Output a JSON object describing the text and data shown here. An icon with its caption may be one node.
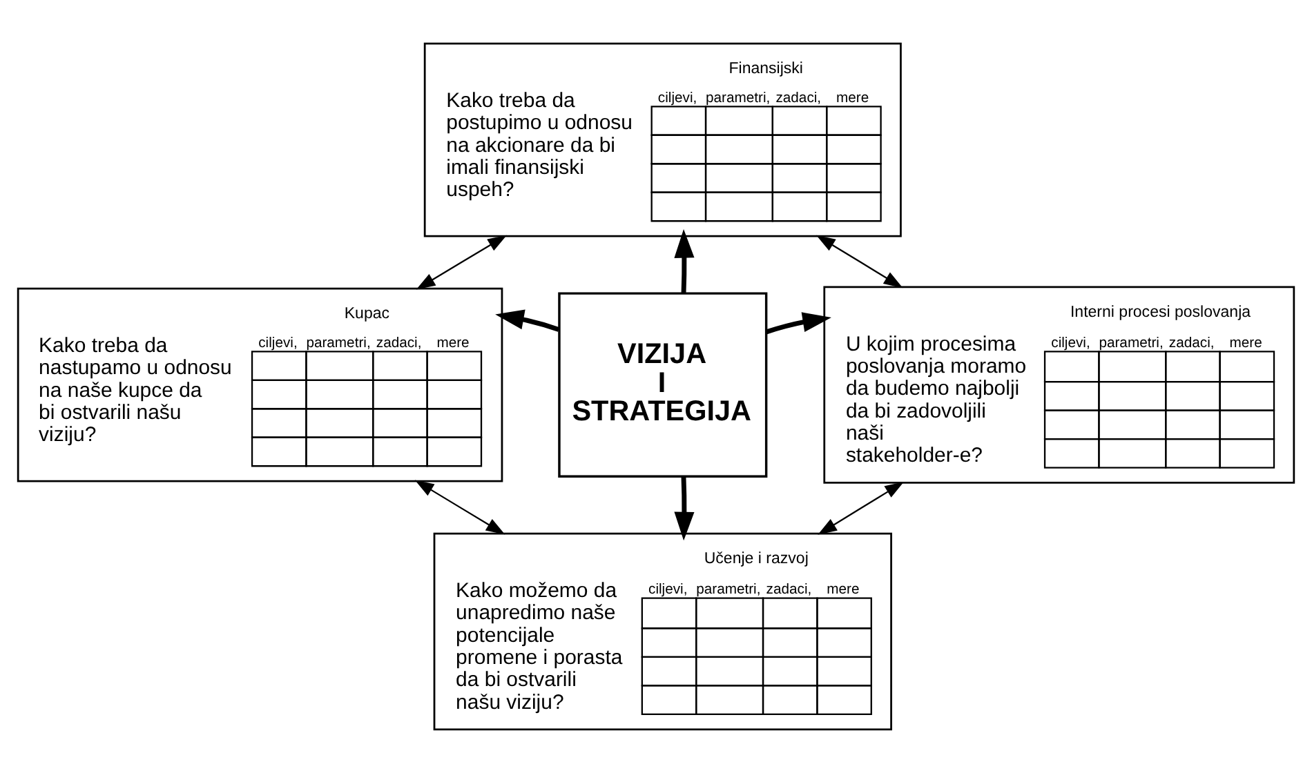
{
  "diagram": {
    "nodes": [
      {
        "text": [
          "Finansijski",
          "Kako treba da postupimo u odnosu na akcionare da bi imali finansijski uspeh?",
          "ciljevi,",
          "parametri,",
          "zadaci,",
          "mere"
        ]
      },
      {
        "text": [
          "Kupac",
          "Kako treba da nastupamo u odnosu na naše kupce da bi ostvarili našu viziju?",
          "ciljevi,",
          "parametri,",
          "zadaci,",
          "mere"
        ]
      },
      {
        "text": [
          "VIZIJA I STRATEGIJA"
        ]
      },
      {
        "text": [
          "Interni procesi poslovanja",
          "U kojim procesima poslovanja moramo da budemo najbolji da bi zadovoljili naši stakeholder-e?",
          "ciljevi,",
          "parametri,",
          "zadaci,",
          "mere"
        ]
      },
      {
        "text": [
          "Učenje i razvoj",
          "Kako možemo da unapredimo naše potencijale promene i porasta da bi ostvarili našu viziju?",
          "ciljevi,",
          "parametri,",
          "zadaci,",
          "mere"
        ]
      }
    ],
    "edges": [
      {
        "from": 2,
        "to": 0,
        "arrow": "to",
        "style": "thick"
      },
      {
        "from": 2,
        "to": 1,
        "arrow": "to",
        "style": "thick"
      },
      {
        "from": 2,
        "to": 3,
        "arrow": "to",
        "style": "thick"
      },
      {
        "from": 2,
        "to": 4,
        "arrow": "to",
        "style": "thick"
      },
      {
        "from": 1,
        "to": 0,
        "arrow": "both"
      },
      {
        "from": 0,
        "to": 3,
        "arrow": "both"
      },
      {
        "from": 1,
        "to": 4,
        "arrow": "both"
      },
      {
        "from": 4,
        "to": 3,
        "arrow": "both"
      }
    ]
  }
}
